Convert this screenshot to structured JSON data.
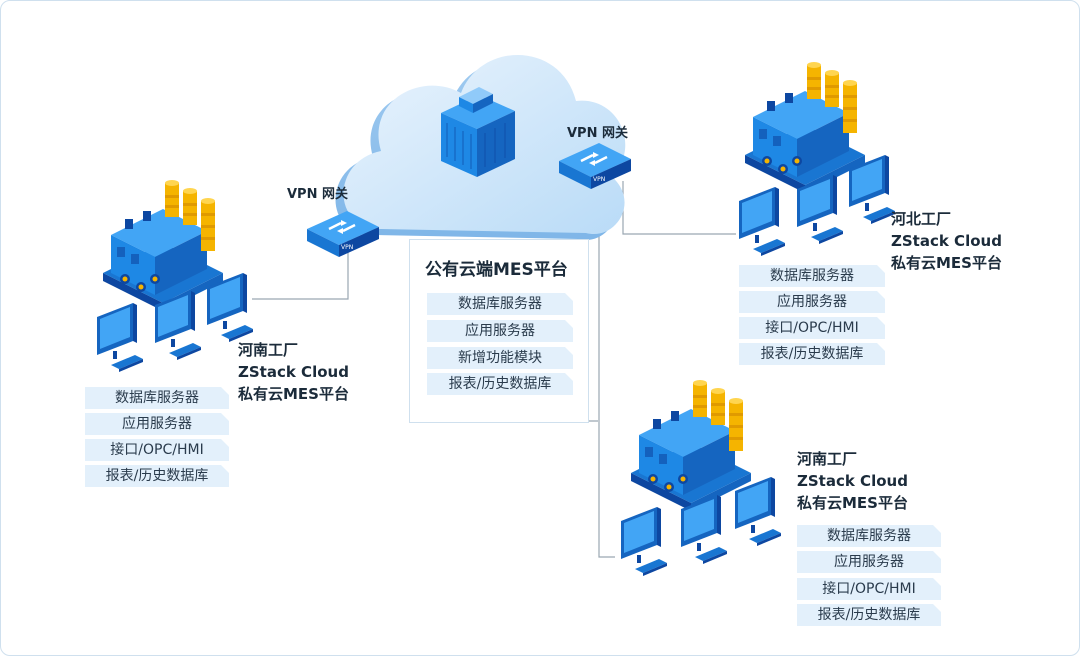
{
  "public_cloud": {
    "title": "公有云端MES平台",
    "modules": [
      "数据库服务器",
      "应用服务器",
      "新增功能模块",
      "报表/历史数据库"
    ]
  },
  "vpn_left": "VPN 网关",
  "vpn_right": "VPN 网关",
  "vpn_device_label": "VPN",
  "site_left": {
    "name": "河南工厂",
    "platform": "ZStack  Cloud",
    "sub": "私有云MES平台",
    "modules": [
      "数据库服务器",
      "应用服务器",
      "接口/OPC/HMI",
      "报表/历史数据库"
    ]
  },
  "site_top_right": {
    "name": "河北工厂",
    "platform": "ZStack  Cloud",
    "sub": "私有云MES平台",
    "modules": [
      "数据库服务器",
      "应用服务器",
      "接口/OPC/HMI",
      "报表/历史数据库"
    ]
  },
  "site_bottom_right": {
    "name": "河南工厂",
    "platform": "ZStack  Cloud",
    "sub": "私有云MES平台",
    "modules": [
      "数据库服务器",
      "应用服务器",
      "接口/OPC/HMI",
      "报表/历史数据库"
    ]
  },
  "colors": {
    "blue_dark": "#1565c0",
    "blue_mid": "#1e88e5",
    "blue_light": "#42a5f5",
    "gold": "#f5b400",
    "cloud": "#cfe6fa",
    "box_bg": "#e3f0fb",
    "line": "#9aa6b2"
  }
}
